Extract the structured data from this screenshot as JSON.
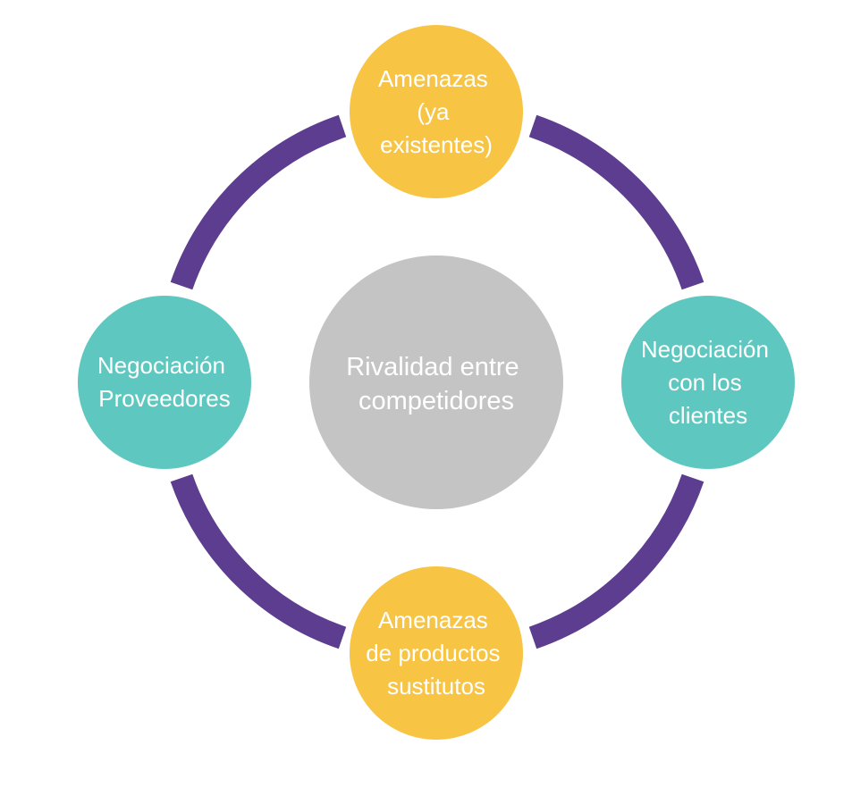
{
  "colors": {
    "ring": "#5c3d8f",
    "amber": "#f7c443",
    "teal": "#5ec8c0",
    "center": "#c4c4c4",
    "label": "#ffffff"
  },
  "center": {
    "lines": [
      "Rivalidad entre",
      "competidores"
    ]
  },
  "nodes": {
    "top": {
      "lines": [
        "Amenazas",
        "(ya",
        "existentes)"
      ]
    },
    "right": {
      "lines": [
        "Negociación",
        "con  los",
        "clientes"
      ]
    },
    "bottom": {
      "lines": [
        "Amenazas",
        "de productos",
        "sustitutos"
      ]
    },
    "left": {
      "lines": [
        "Negociación",
        "Proveedores"
      ]
    }
  }
}
